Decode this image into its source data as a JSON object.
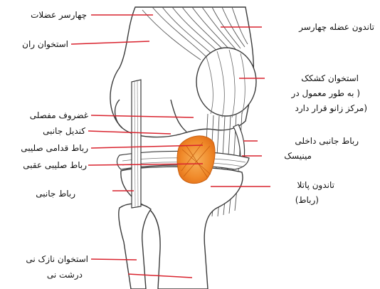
{
  "diagram": {
    "labels": {
      "quadriceps_muscles": "چهارسر عضلات",
      "femur": "استخوان ران",
      "articular_cartilage": "غضروف مفصلی",
      "lateral_condyle": "کندیل جانبی",
      "acl": "رباط قدامی صلیبی",
      "pcl": "رباط صلیبی عقبی",
      "lateral_ligament": "رباط جانبی",
      "fibula": "استخوان نازک نی",
      "tibia": "درشت نی",
      "quadriceps_tendon": "تاندون عضله چهارسر",
      "patella_line1": "استخوان کشکک",
      "patella_line2": "( به طور معمول در",
      "patella_line3": "(مرکز زانو قرار دارد",
      "medial_ligament": "رباط جانبی داخلی",
      "meniscus": "مینیسک",
      "patellar_tendon_line1": "تاندون پاتلا",
      "patellar_tendon_line2": "(رباط)"
    },
    "colors": {
      "leader_line": "#d9232e",
      "outline": "#3a3a3a",
      "ligament_fill": "#f08a2a"
    }
  }
}
